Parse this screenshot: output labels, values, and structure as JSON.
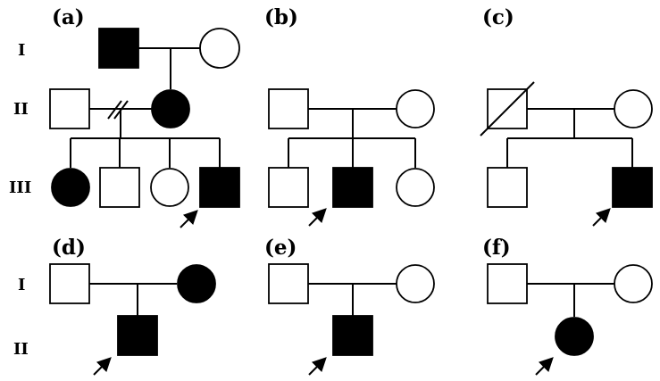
{
  "colors": {
    "affected": "#000000",
    "unaffected": "#ffffff",
    "line": "#000000"
  },
  "generation_labels": {
    "top": [
      "I",
      "II",
      "III"
    ],
    "bottom": [
      "I",
      "II"
    ]
  },
  "panels": [
    {
      "label": "(a)",
      "individuals": [
        {
          "id": "a-I-1",
          "sex": "male",
          "affected": true,
          "gen": "I"
        },
        {
          "id": "a-I-2",
          "sex": "female",
          "affected": false,
          "gen": "I"
        },
        {
          "id": "a-II-1",
          "sex": "male",
          "affected": false,
          "gen": "II"
        },
        {
          "id": "a-II-2",
          "sex": "female",
          "affected": true,
          "gen": "II"
        },
        {
          "id": "a-III-1",
          "sex": "female",
          "affected": true,
          "gen": "III"
        },
        {
          "id": "a-III-2",
          "sex": "male",
          "affected": false,
          "gen": "III"
        },
        {
          "id": "a-III-3",
          "sex": "female",
          "affected": false,
          "gen": "III"
        },
        {
          "id": "a-III-4",
          "sex": "male",
          "affected": true,
          "gen": "III",
          "proband": true
        }
      ],
      "separated_couple": "a-II-1 + a-II-2"
    },
    {
      "label": "(b)",
      "individuals": [
        {
          "id": "b-II-1",
          "sex": "male",
          "affected": false,
          "gen": "II"
        },
        {
          "id": "b-II-2",
          "sex": "female",
          "affected": false,
          "gen": "II"
        },
        {
          "id": "b-III-1",
          "sex": "male",
          "affected": false,
          "gen": "III"
        },
        {
          "id": "b-III-2",
          "sex": "male",
          "affected": true,
          "gen": "III",
          "proband": true
        },
        {
          "id": "b-III-3",
          "sex": "female",
          "affected": false,
          "gen": "III"
        }
      ]
    },
    {
      "label": "(c)",
      "individuals": [
        {
          "id": "c-II-1",
          "sex": "male",
          "affected": false,
          "gen": "II",
          "deceased": true
        },
        {
          "id": "c-II-2",
          "sex": "female",
          "affected": false,
          "gen": "II"
        },
        {
          "id": "c-III-1",
          "sex": "male",
          "affected": false,
          "gen": "III"
        },
        {
          "id": "c-III-2",
          "sex": "male",
          "affected": true,
          "gen": "III",
          "proband": true
        }
      ]
    },
    {
      "label": "(d)",
      "individuals": [
        {
          "id": "d-I-1",
          "sex": "male",
          "affected": false,
          "gen": "I"
        },
        {
          "id": "d-I-2",
          "sex": "female",
          "affected": true,
          "gen": "I"
        },
        {
          "id": "d-II-1",
          "sex": "male",
          "affected": true,
          "gen": "II",
          "proband": true
        }
      ]
    },
    {
      "label": "(e)",
      "individuals": [
        {
          "id": "e-I-1",
          "sex": "male",
          "affected": false,
          "gen": "I"
        },
        {
          "id": "e-I-2",
          "sex": "female",
          "affected": false,
          "gen": "I"
        },
        {
          "id": "e-II-1",
          "sex": "male",
          "affected": true,
          "gen": "II",
          "proband": true
        }
      ]
    },
    {
      "label": "(f)",
      "individuals": [
        {
          "id": "f-I-1",
          "sex": "male",
          "affected": false,
          "gen": "I"
        },
        {
          "id": "f-I-2",
          "sex": "female",
          "affected": false,
          "gen": "I"
        },
        {
          "id": "f-II-1",
          "sex": "female",
          "affected": true,
          "gen": "II",
          "proband": true
        }
      ]
    }
  ]
}
